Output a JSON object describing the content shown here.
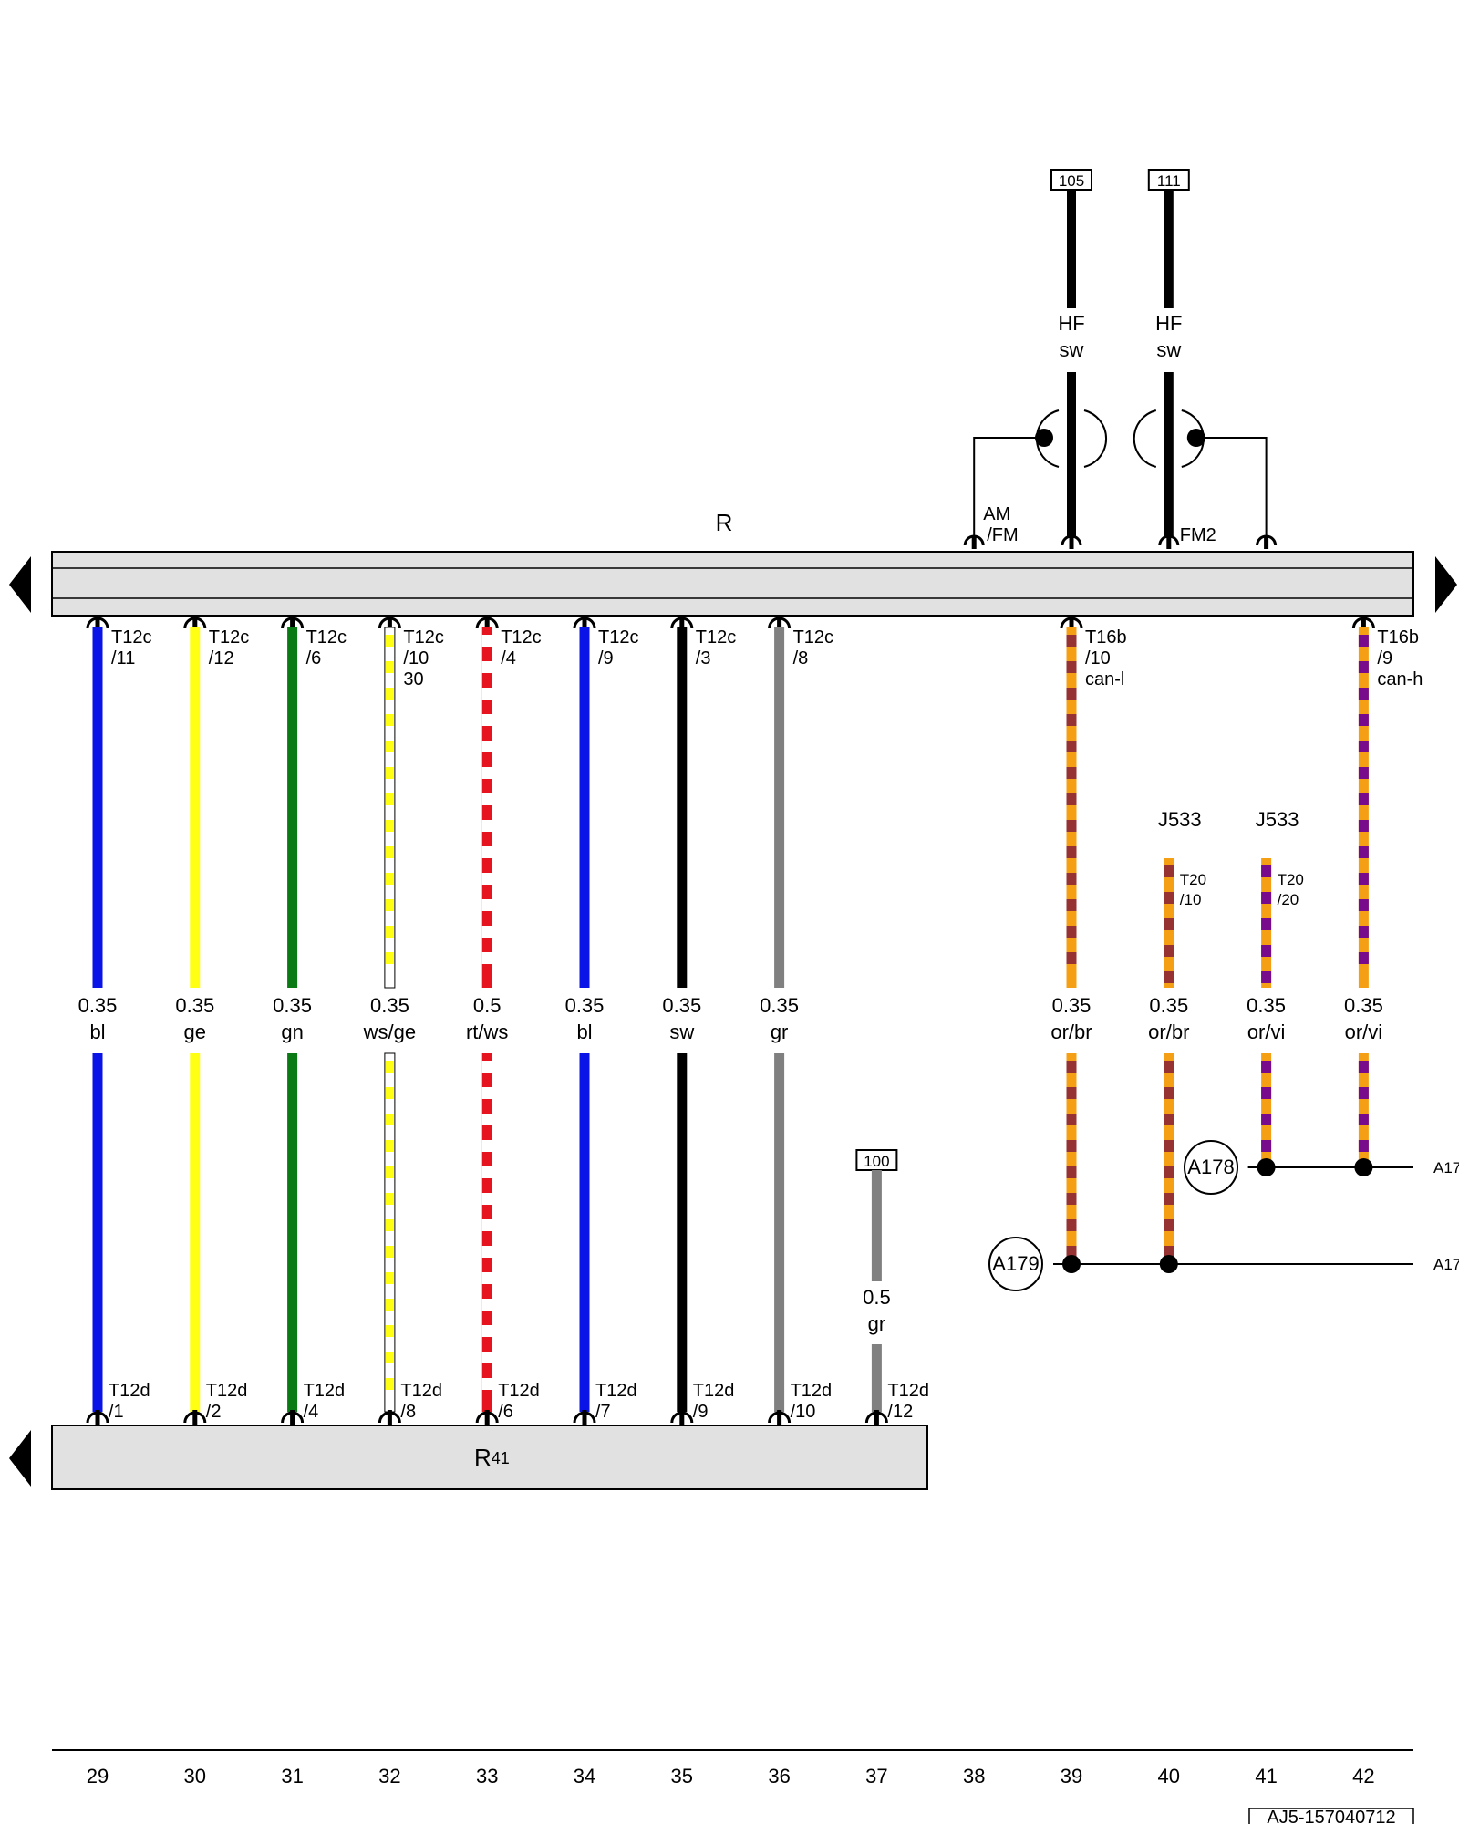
{
  "diagram": {
    "harness_label": "R",
    "radio_label": "R",
    "radio_sub": "41",
    "footer_id": "AJ5-157040712",
    "column_numbers": [
      "29",
      "30",
      "31",
      "32",
      "33",
      "34",
      "35",
      "36",
      "37",
      "38",
      "39",
      "40",
      "41",
      "42"
    ],
    "top_refs": [
      "105",
      "111"
    ],
    "hf_labels": [
      {
        "line1": "HF",
        "line2": "sw"
      },
      {
        "line1": "HF",
        "line2": "sw"
      }
    ],
    "antenna_labels": [
      {
        "line1": "AM",
        "line2": "/FM"
      },
      {
        "line1": "",
        "line2": "FM2"
      }
    ],
    "colors": {
      "bl": "#0a14e6",
      "ge": "#ffff14",
      "gn": "#0a7a14",
      "ws": "#ffffff",
      "rt": "#e6141e",
      "sw": "#000000",
      "gr": "#808080",
      "or": "#f5a014",
      "br": "#963232",
      "vi": "#780a8c",
      "harness_fill": "#e1e1e1"
    },
    "wires": [
      {
        "top_conn": "T12c",
        "top_pin": "/11",
        "size": "0.35",
        "color": "bl",
        "bottom_conn": "T12d",
        "bottom_pin": "/1"
      },
      {
        "top_conn": "T12c",
        "top_pin": "/12",
        "size": "0.35",
        "color": "ge",
        "bottom_conn": "T12d",
        "bottom_pin": "/2"
      },
      {
        "top_conn": "T12c",
        "top_pin": "/6",
        "size": "0.35",
        "color": "gn",
        "bottom_conn": "T12d",
        "bottom_pin": "/4"
      },
      {
        "top_conn": "T12c",
        "top_pin": "/10",
        "top_extra": "30",
        "size": "0.35",
        "color": "ws/ge",
        "bottom_conn": "T12d",
        "bottom_pin": "/8"
      },
      {
        "top_conn": "T12c",
        "top_pin": "/4",
        "size": "0.5",
        "color": "rt/ws",
        "bottom_conn": "T12d",
        "bottom_pin": "/6"
      },
      {
        "top_conn": "T12c",
        "top_pin": "/9",
        "size": "0.35",
        "color": "bl",
        "bottom_conn": "T12d",
        "bottom_pin": "/7"
      },
      {
        "top_conn": "T12c",
        "top_pin": "/3",
        "size": "0.35",
        "color": "sw",
        "bottom_conn": "T12d",
        "bottom_pin": "/9"
      },
      {
        "top_conn": "T12c",
        "top_pin": "/8",
        "size": "0.35",
        "color": "gr",
        "bottom_conn": "T12d",
        "bottom_pin": "/10"
      },
      {
        "top_ref": "100",
        "size": "0.5",
        "color": "gr",
        "bottom_conn": "T12d",
        "bottom_pin": "/12"
      },
      {
        "top_conn": "T16b",
        "top_pin": "/10",
        "top_extra": "can-l",
        "size": "0.35",
        "color": "or/br",
        "junction": "A179"
      },
      {
        "component": "J533",
        "top_conn": "T20",
        "top_pin": "/10",
        "size": "0.35",
        "color": "or/br",
        "junction": "A179"
      },
      {
        "component": "J533",
        "top_conn": "T20",
        "top_pin": "/20",
        "size": "0.35",
        "color": "or/vi",
        "junction": "A178"
      },
      {
        "top_conn": "T16b",
        "top_pin": "/9",
        "top_extra": "can-h",
        "size": "0.35",
        "color": "or/vi",
        "junction": "A178"
      }
    ],
    "junctions": [
      {
        "label": "A179",
        "edge_label": "A17"
      },
      {
        "label": "A178",
        "edge_label": "A17"
      }
    ]
  }
}
